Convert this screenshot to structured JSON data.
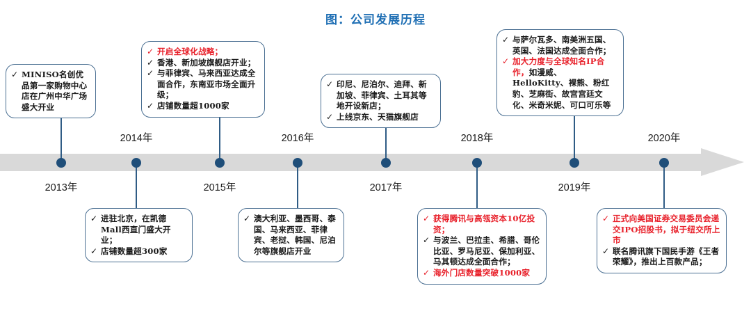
{
  "title": "图：公司发展历程",
  "theme": {
    "title_color": "#1f6fb4",
    "axis_color": "#d9d9d9",
    "dot_color": "#1f4e79",
    "box_border": "#4a6f92",
    "highlight_color": "#e8202a",
    "text_color": "#1a1a1a"
  },
  "timeline": {
    "nodes": [
      {
        "year": "2013年",
        "year_pos": "below",
        "box_pos": "above"
      },
      {
        "year": "2014年",
        "year_pos": "above",
        "box_pos": "below"
      },
      {
        "year": "2015年",
        "year_pos": "below",
        "box_pos": "above"
      },
      {
        "year": "2016年",
        "year_pos": "above",
        "box_pos": "below"
      },
      {
        "year": "2017年",
        "year_pos": "below",
        "box_pos": "above"
      },
      {
        "year": "2018年",
        "year_pos": "above",
        "box_pos": "below"
      },
      {
        "year": "2019年",
        "year_pos": "below",
        "box_pos": "above"
      },
      {
        "year": "2020年",
        "year_pos": "above",
        "box_pos": "below"
      }
    ]
  },
  "boxes": {
    "b2013": {
      "items": [
        {
          "text": "MINISO名创优品第一家购物中心店在广州中华广场盛大开业",
          "highlight": false
        }
      ]
    },
    "b2014": {
      "items": [
        {
          "text": "进驻北京，在凯德Mall西直门盛大开业；",
          "highlight": false
        },
        {
          "text": "店铺数量超300家",
          "highlight": false
        }
      ]
    },
    "b2015": {
      "items": [
        {
          "text": "开启全球化战略；",
          "highlight": true
        },
        {
          "text": "香港、新加坡旗舰店开业；",
          "highlight": false
        },
        {
          "text": "与菲律宾、马来西亚达成全面合作，东南亚市场全面升级；",
          "highlight": false
        },
        {
          "text": "店铺数量超1000家",
          "highlight": false
        }
      ]
    },
    "b2016": {
      "items": [
        {
          "text": "澳大利亚、墨西哥、泰国、马来西亚、菲律宾、老挝、韩国、尼泊尔等旗舰店开业",
          "highlight": false
        }
      ]
    },
    "b2017": {
      "items": [
        {
          "text": "印尼、尼泊尔、迪拜、新加坡、菲律宾、土耳其等地开设新店；",
          "highlight": false
        },
        {
          "text": "上线京东、天猫旗舰店",
          "highlight": false
        }
      ]
    },
    "b2018": {
      "items": [
        {
          "text": "获得腾讯与高瓴资本10亿投资；",
          "highlight": true
        },
        {
          "text": "与波兰、巴拉圭、希腊、哥伦比亚、罗马尼亚、保加利亚、马其顿达成全面合作；",
          "highlight": false
        },
        {
          "text": "海外门店数量突破1000家",
          "highlight": true
        }
      ]
    },
    "b2019": {
      "items": [
        {
          "text": "与萨尔瓦多、南美洲五国、英国、法国达成全面合作；",
          "highlight": false
        },
        {
          "text": "加大力度与全球知名IP合作，",
          "highlight": true,
          "tail": "如漫威、HelloKitty、裸熊、粉红豹、芝麻街、故宫宫廷文化、米奇米妮、可口可乐等"
        }
      ]
    },
    "b2020": {
      "items": [
        {
          "text": "正式向美国证券交易委员会递交IPO招股书，拟于纽交所上市",
          "highlight": true
        },
        {
          "text": "联名腾讯旗下国民手游《王者荣耀》，推出上百款产品；",
          "highlight": false
        }
      ]
    }
  },
  "icons": {
    "check": "✓"
  }
}
